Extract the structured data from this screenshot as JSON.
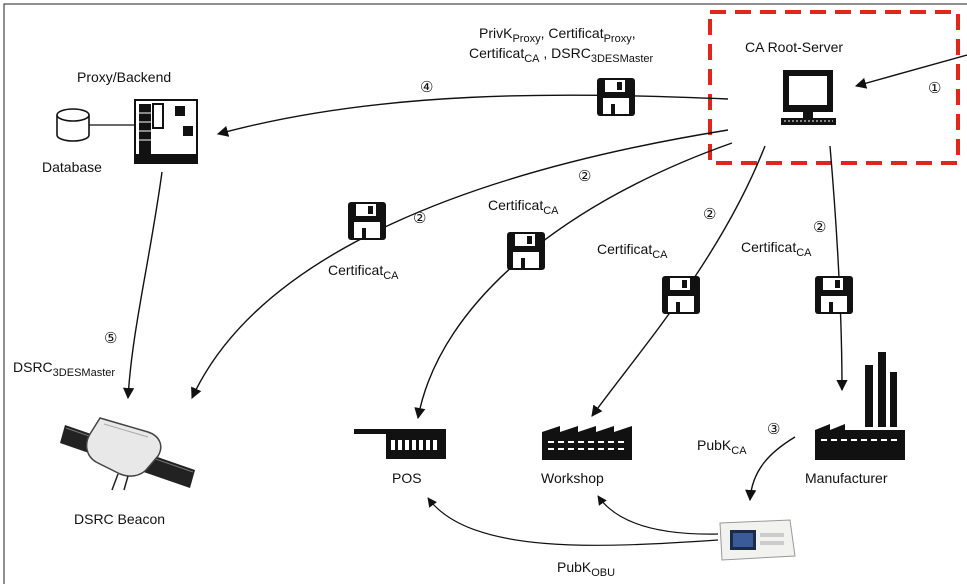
{
  "nodes": {
    "ca_root_server": "CA Root-Server",
    "proxy_backend": "Proxy/Backend",
    "database": "Database",
    "dsrc_beacon": "DSRC Beacon",
    "pos": "POS",
    "workshop": "Workshop",
    "manufacturer": "Manufacturer"
  },
  "labels": {
    "proxy_top_line1": {
      "a": "PrivK",
      "a_sub": "Proxy",
      "b": ", Certificat",
      "b_sub": "Proxy",
      "c": ","
    },
    "proxy_top_line2": {
      "a": "Certificat",
      "a_sub": "CA",
      "b": " , DSRC",
      "b_sub": "3DESMaster"
    },
    "cert_beacon": {
      "main": "Certificat",
      "sub": "CA"
    },
    "cert_pos": {
      "main": "Certificat",
      "sub": "CA"
    },
    "cert_workshop": {
      "main": "Certificat",
      "sub": "CA"
    },
    "cert_manufacturer": {
      "main": "Certificat",
      "sub": "CA"
    },
    "dsrc_master": {
      "main": "DSRC",
      "sub": "3DESMaster"
    },
    "pubk_ca": {
      "main": "PubK",
      "sub": "CA"
    },
    "pubk_obu": {
      "main": "PubK",
      "sub": "OBU"
    }
  },
  "steps": {
    "s1": "①",
    "s2a": "②",
    "s2b": "②",
    "s2c": "②",
    "s2d": "②",
    "s3": "③",
    "s4": "④",
    "s5": "⑤"
  },
  "colors": {
    "highlight": "#e0251b",
    "ink": "#111111"
  },
  "icons": [
    "computer-icon",
    "floppy-disk-icon",
    "server-rack-icon",
    "database-cylinder-icon",
    "dsrc-beacon-device-icon",
    "pos-terminal-icon",
    "factory-workshop-icon",
    "factory-manufacturer-icon",
    "obu-device-icon"
  ]
}
